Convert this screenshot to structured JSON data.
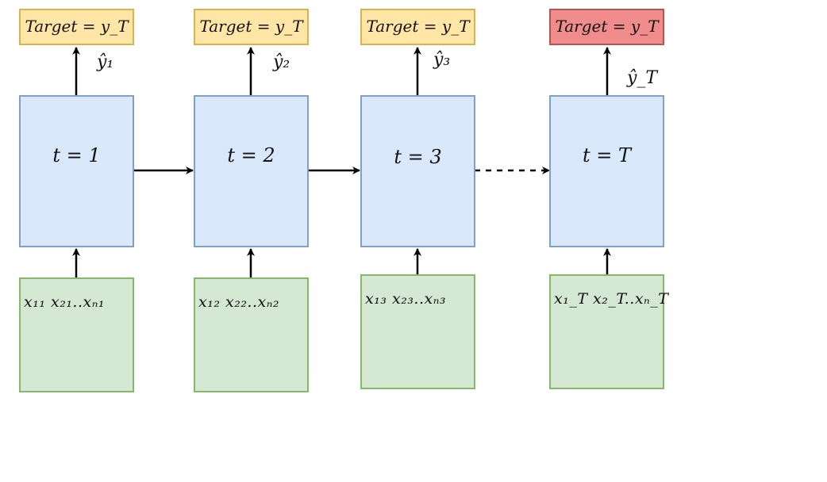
{
  "steps": [
    {
      "target": "Target = y_T",
      "cell": "t = 1",
      "yhat": "ŷ₁",
      "inputs": "x₁₁ x₂₁..xₙ₁",
      "final": false
    },
    {
      "target": "Target = y_T",
      "cell": "t = 2",
      "yhat": "ŷ₂",
      "inputs": "x₁₂ x₂₂..xₙ₂",
      "final": false
    },
    {
      "target": "Target = y_T",
      "cell": "t = 3",
      "yhat": "ŷ₃",
      "inputs": "x₁₃ x₂₃..xₙ₃",
      "final": false
    },
    {
      "target": "Target = y_T",
      "cell": "t = T",
      "yhat": "ŷ_T",
      "inputs": "x₁_T x₂_T..xₙ_T",
      "final": true
    }
  ],
  "colors": {
    "target_fill": "#ffe6a6",
    "target_final_fill": "#f08c8c",
    "cell_fill": "#dae8fc",
    "input_fill": "#d5e8d4",
    "arrow": "#000000"
  }
}
